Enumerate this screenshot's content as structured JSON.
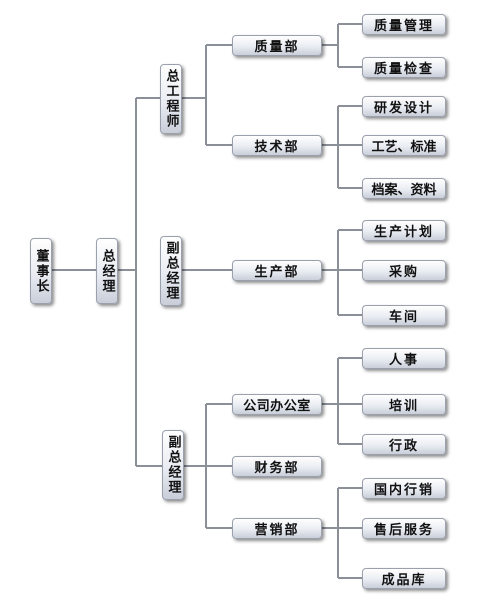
{
  "chairman": "董事长",
  "gm": "总经理",
  "chief_engineer": "总工程师",
  "deputy_gm_1": "副总经理",
  "deputy_gm_2": "副总经理",
  "depts": {
    "quality": "质量部",
    "technology": "技术部",
    "production": "生产部",
    "office": "公司办公室",
    "finance": "财务部",
    "sales": "营销部"
  },
  "subunits": {
    "quality_mgmt": "质量管理",
    "quality_check": "质量检查",
    "rnd": "研发设计",
    "process_std": "工艺、标准",
    "archives": "档案、资料",
    "prod_plan": "生产计划",
    "purchasing": "采购",
    "workshop": "车间",
    "hr": "人事",
    "training": "培训",
    "admin": "行政",
    "domestic_sales": "国内行销",
    "after_sales": "售后服务",
    "warehouse": "成品库"
  }
}
